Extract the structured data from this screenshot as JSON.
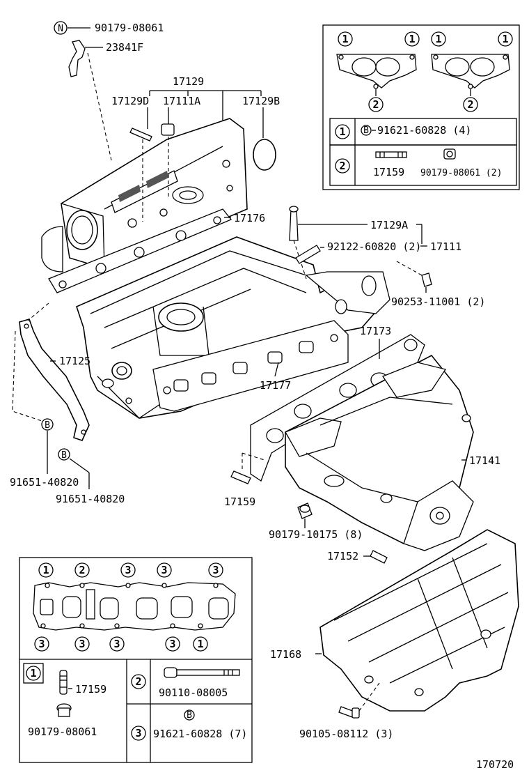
{
  "drawing_number": "170720",
  "parts": {
    "p90179_08061_top": "90179-08061",
    "p23841F": "23841F",
    "p17129": "17129",
    "p17129D": "17129D",
    "p17111A": "17111A",
    "p17129B": "17129B",
    "p17176": "17176",
    "p17129A": "17129A",
    "p92122": "92122-60820 (2)",
    "p17111": "17111",
    "p90253": "90253-11001 (2)",
    "p17125": "17125",
    "p17173": "17173",
    "p17177": "17177",
    "p17141": "17141",
    "p91651_a": "91651-40820",
    "p91651_b": "91651-40820",
    "p17159_main": "17159",
    "p90179_10175": "90179-10175 (8)",
    "p17152": "17152",
    "p17168": "17168",
    "p90105": "90105-08112 (3)"
  },
  "symbols": {
    "n": "N",
    "b": "B",
    "c1": "1",
    "c2": "2",
    "c3": "3"
  },
  "inset_top": {
    "row1_part": "91621-60828 (4)",
    "row2_stud": "17159",
    "row2_nut": "90179-08061 (2)"
  },
  "inset_bottom": {
    "c1_stud": "17159",
    "c1_nut": "90179-08061",
    "c2_bolt": "90110-08005",
    "c3_part": "91621-60828 (7)"
  }
}
